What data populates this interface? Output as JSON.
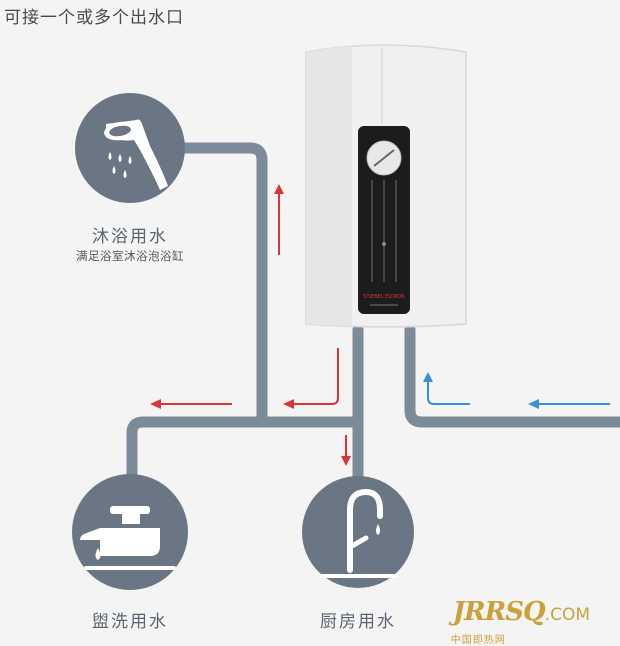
{
  "heading": "可接一个或多个出水口",
  "outlets": {
    "shower": {
      "title": "沐浴用水",
      "subtitle": "满足浴室沐浴泡浴缸",
      "icon": "shower-head-icon"
    },
    "basin": {
      "title": "盥洗用水",
      "icon": "basin-faucet-icon"
    },
    "kitchen": {
      "title": "厨房用水",
      "icon": "kitchen-faucet-icon"
    }
  },
  "heater": {
    "brand_label": "STIEBEL ELTRON"
  },
  "watermark": {
    "main": "JRRSQ",
    "com": ".COM",
    "cn": "中国即热网"
  },
  "colors": {
    "pipe": "#7d8a9a",
    "circle": "#6b7685",
    "hot_arrow": "#d9363a",
    "cold_arrow": "#3b8fd9",
    "text": "#5a6472",
    "heater_body": "#f2f2f2",
    "panel": "#1c1c1c"
  }
}
